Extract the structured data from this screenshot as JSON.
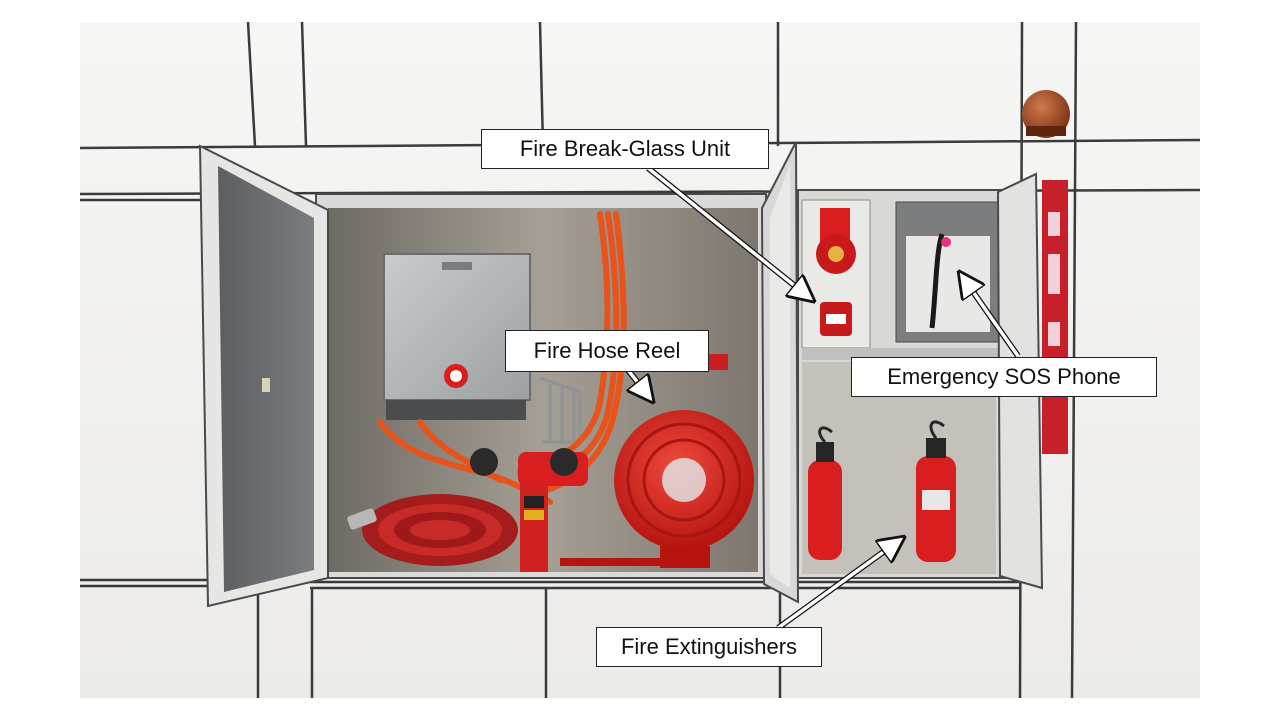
{
  "labels": {
    "break_glass": "Fire Break-Glass Unit",
    "hose_reel": "Fire Hose Reel",
    "sos_phone": "Emergency SOS Phone",
    "extinguishers": "Fire Extinguishers"
  },
  "colors": {
    "wall": "#f4f4f2",
    "grid_line": "#3a3a3a",
    "cabinet_interior": "#8c8780",
    "fire_red": "#d81e1e",
    "hose_orange": "#e8531c",
    "metal": "#b9bcbe",
    "callout_border": "#222222"
  }
}
